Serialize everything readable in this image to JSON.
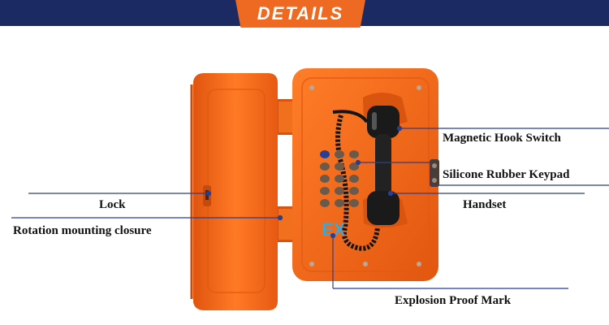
{
  "header": {
    "title": "DETAILS"
  },
  "product": {
    "mark": "EX"
  },
  "labels": {
    "magnetic_hook_switch": "Magnetic Hook Switch",
    "silicone_rubber_keypad": "Silicone Rubber Keypad",
    "lock": "Lock",
    "handset": "Handset",
    "rotation_mounting_closure": "Rotation mounting closure",
    "explosion_proof_mark": "Explosion Proof Mark"
  },
  "colors": {
    "header_bar": "#1c2a63",
    "header_tab": "#ee6a22",
    "housing": "#f06a1a",
    "leader_line": "#2a3f8f"
  }
}
